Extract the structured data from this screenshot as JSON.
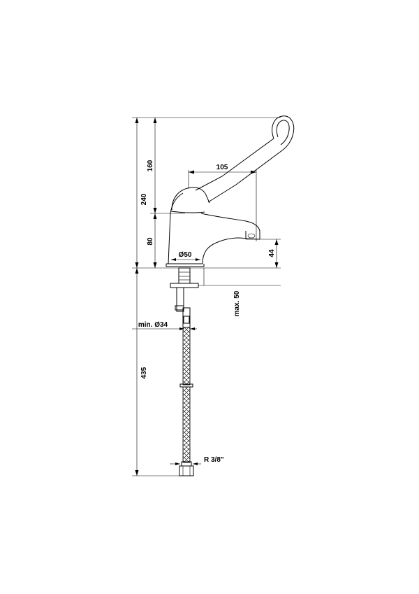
{
  "dimensions": {
    "overall_height": "240",
    "lever_height": "160",
    "lever_reach": "105",
    "body_height": "80",
    "spout_height": "44",
    "base_diameter": "Ø50",
    "max_deck": "max. 50",
    "min_hole": "min. Ø34",
    "hose_length": "435",
    "connection": "R 3/8\""
  }
}
